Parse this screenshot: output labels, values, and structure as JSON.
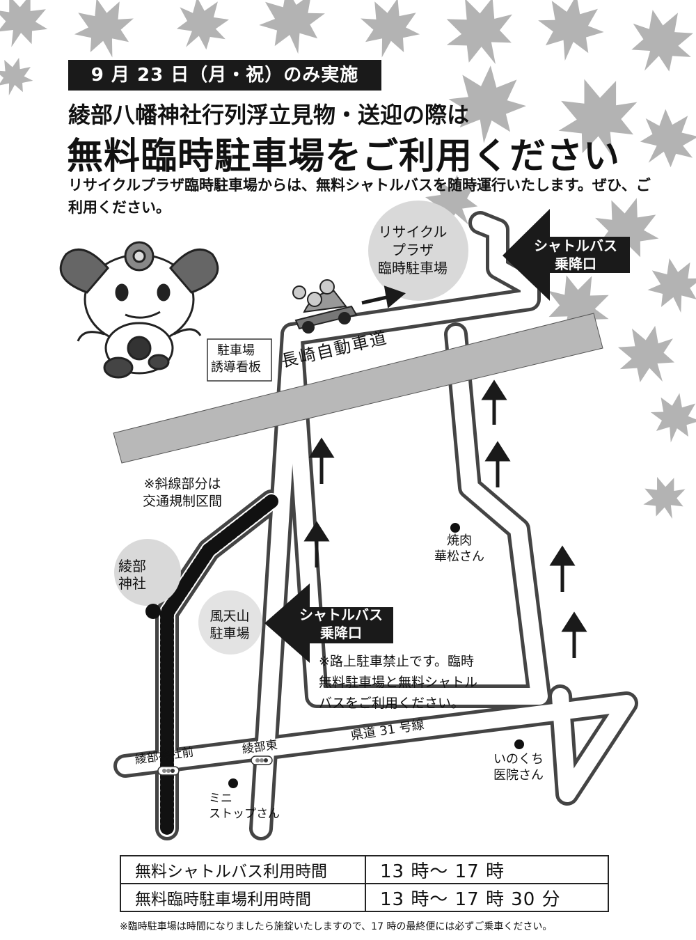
{
  "header": {
    "date_banner": "9 月 23 日（月・祝）のみ実施",
    "subtitle": "綾部八幡神社行列浮立見物・送迎の際は",
    "title": "無料臨時駐車場をご利用ください",
    "description": "リサイクルプラザ臨時駐車場からは、無料シャトルバスを随時運行いたします。ぜひ、ご利用ください。"
  },
  "map": {
    "recycle_plaza": [
      "リサイクル",
      "プラザ",
      "臨時駐車場"
    ],
    "shuttle_stop_north": [
      "シャトルバス",
      "乗降口"
    ],
    "parking_sign": [
      "駐車場",
      "誘導看板"
    ],
    "expressway": "長崎自動車道",
    "restricted_note": [
      "※斜線部分は",
      "交通規制区間"
    ],
    "ayabe_shrine": [
      "綾部",
      "神社"
    ],
    "futenzan_parking": [
      "風天山",
      "駐車場"
    ],
    "shuttle_stop_south": [
      "シャトルバス",
      "乗降口"
    ],
    "no_parking_note": [
      "※路上駐車禁止です。臨時",
      "無料駐車場と無料シャトル",
      "バスをご利用ください。"
    ],
    "yakiniku": [
      "焼肉",
      "華松さん"
    ],
    "prefectural_road": "県道 31 号線",
    "signal_ayabe_jinja_mae": "綾部神社前",
    "signal_ayabe_higashi": "綾部東",
    "inokuchi_clinic": [
      "いのくち",
      "医院さん"
    ],
    "mini_stop": [
      "ミニ",
      "ストップさん"
    ]
  },
  "hours": [
    {
      "label": "無料シャトルバス利用時間",
      "value": "13 時～ 17 時"
    },
    {
      "label": "無料臨時駐車場利用時間",
      "value": "13 時～ 17 時 30 分"
    }
  ],
  "footnote": "※臨時駐車場は時間になりましたら施錠いたしますので、17 時の最終便には必ずご乗車ください。",
  "colors": {
    "road_outline": "#444444",
    "expressway": "#b8b8b8",
    "label_bubble": "#d9d9d9",
    "arrow": "#1a1a1a",
    "leaves": "#9a9a9a"
  }
}
